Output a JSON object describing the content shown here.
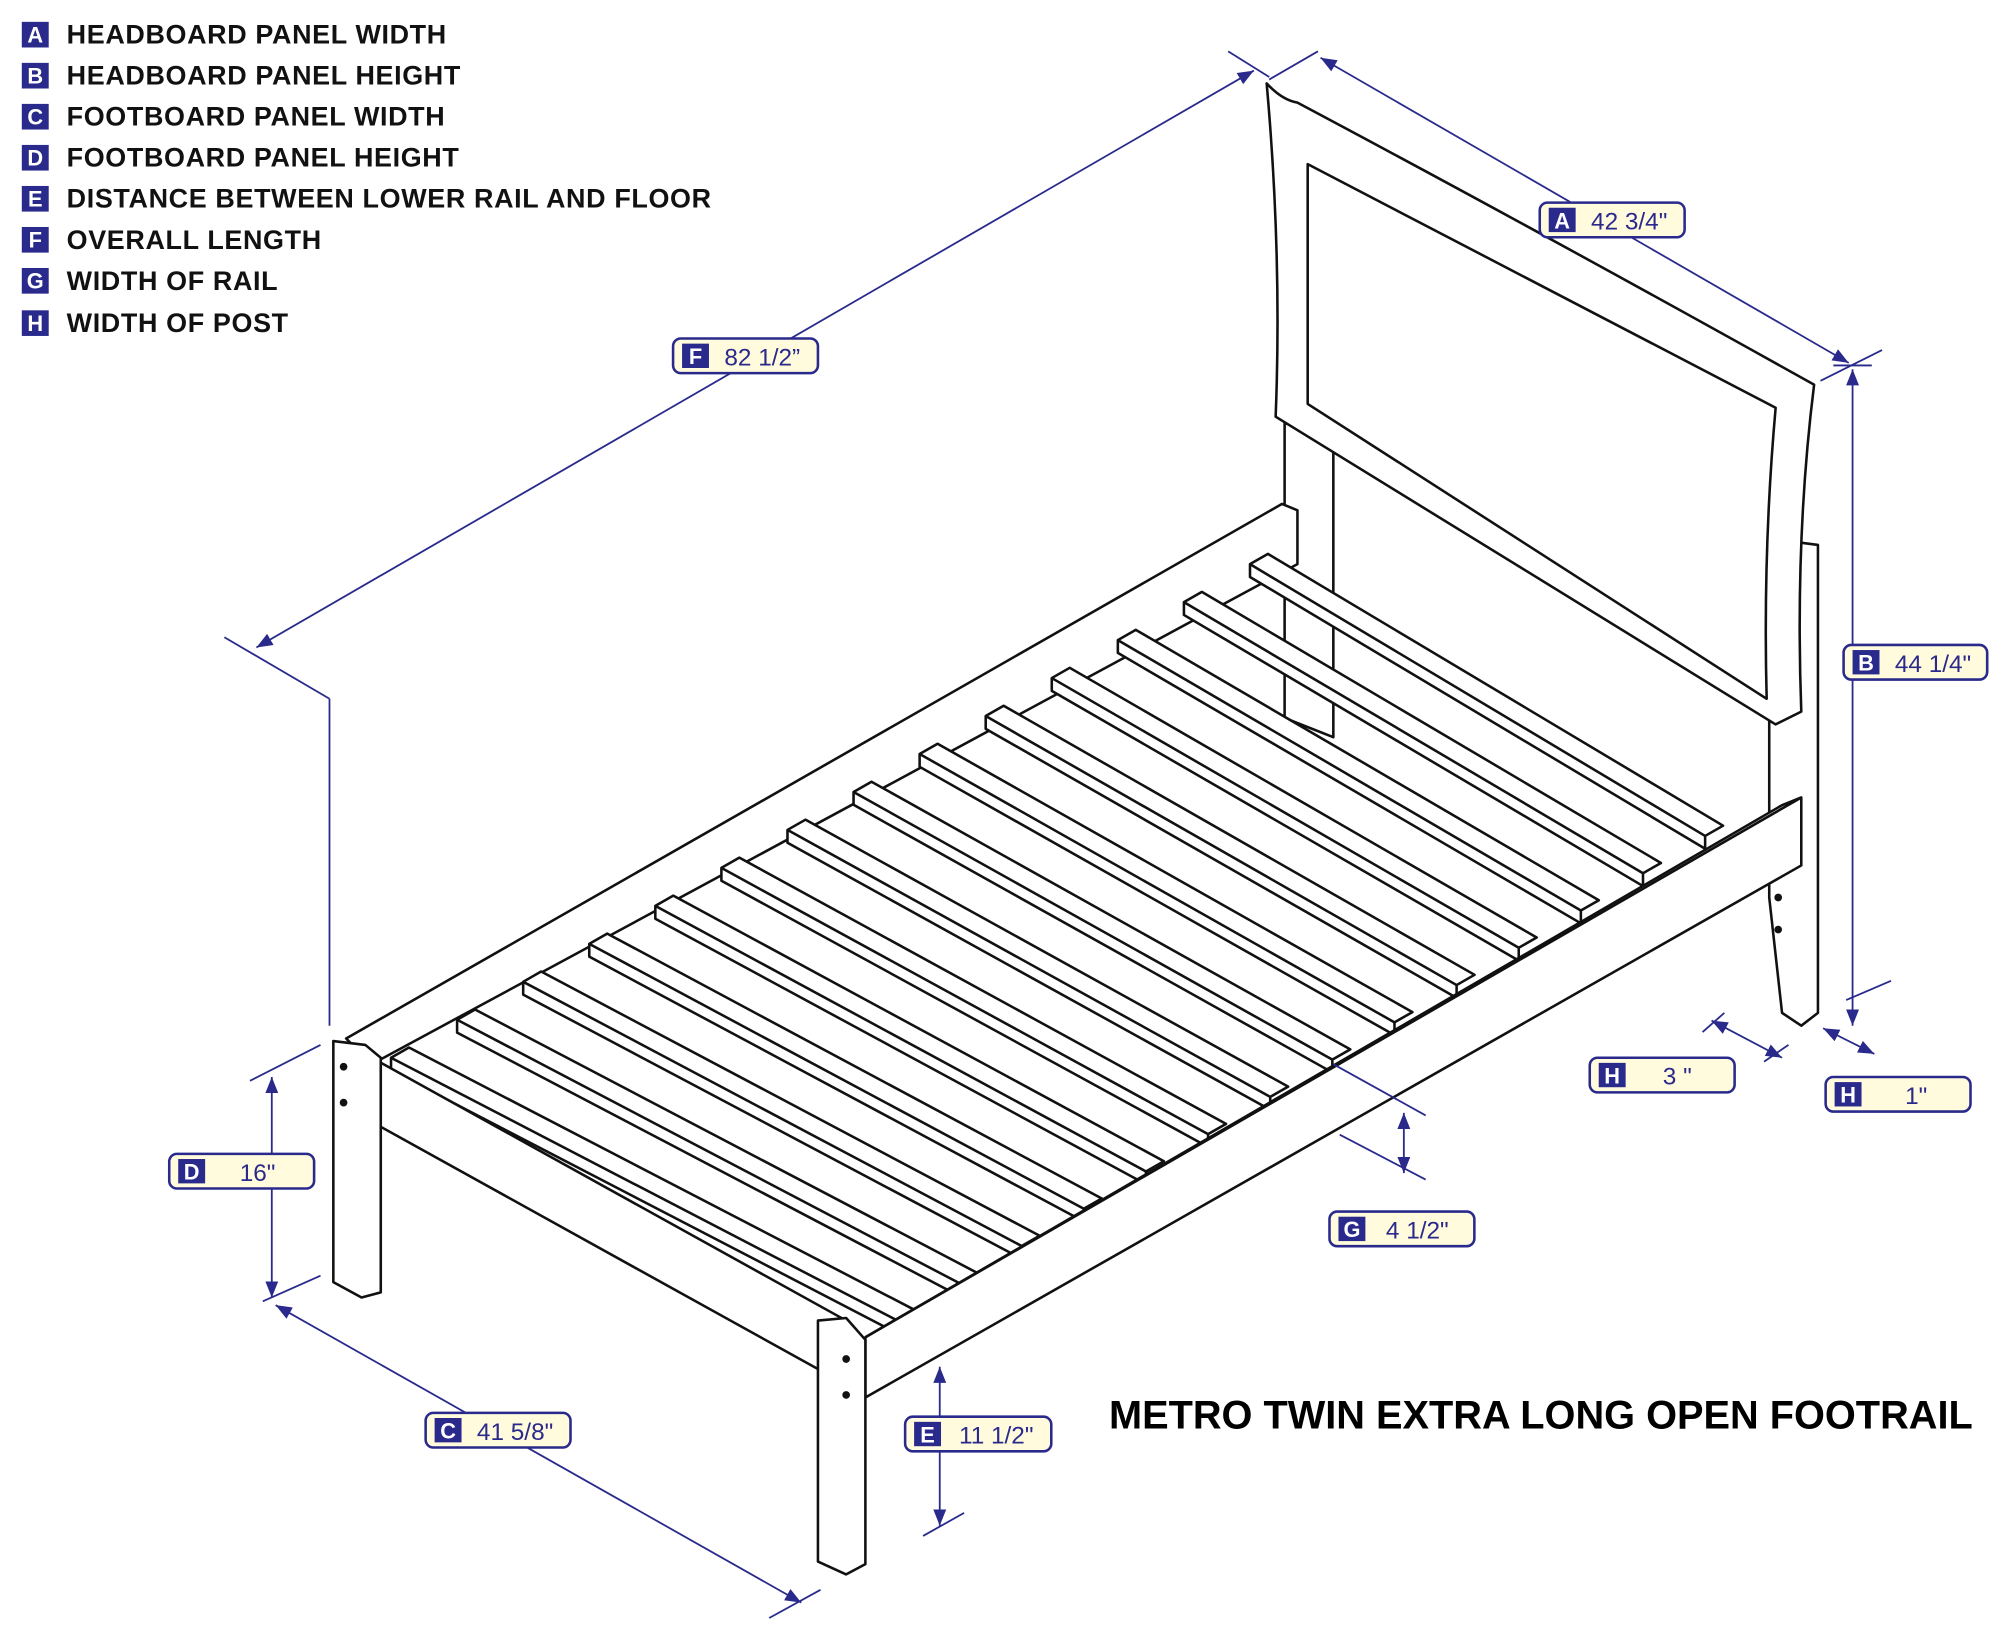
{
  "legend": [
    {
      "letter": "A",
      "text": "HEADBOARD PANEL WIDTH"
    },
    {
      "letter": "B",
      "text": "HEADBOARD PANEL HEIGHT"
    },
    {
      "letter": "C",
      "text": "FOOTBOARD PANEL WIDTH"
    },
    {
      "letter": "D",
      "text": "FOOTBOARD PANEL HEIGHT"
    },
    {
      "letter": "E",
      "text": "DISTANCE BETWEEN LOWER RAIL AND FLOOR"
    },
    {
      "letter": "F",
      "text": "OVERALL LENGTH"
    },
    {
      "letter": "G",
      "text": "WIDTH OF RAIL"
    },
    {
      "letter": "H",
      "text": "WIDTH OF POST"
    }
  ],
  "dimensions": {
    "A": {
      "letter": "A",
      "value": "42 3/4\""
    },
    "B": {
      "letter": "B",
      "value": "44 1/4\""
    },
    "C": {
      "letter": "C",
      "value": "41 5/8\""
    },
    "D": {
      "letter": "D",
      "value": "16\""
    },
    "E": {
      "letter": "E",
      "value": "11 1/2\""
    },
    "F": {
      "letter": "F",
      "value": "82 1/2”"
    },
    "G": {
      "letter": "G",
      "value": "4 1/2\""
    },
    "H1": {
      "letter": "H",
      "value": "3 \""
    },
    "H2": {
      "letter": "H",
      "value": "1\""
    }
  },
  "title": "METRO TWIN EXTRA LONG OPEN FOOTRAIL",
  "colors": {
    "accent": "#2a2a8c",
    "label_fill": "#fffbdc"
  }
}
